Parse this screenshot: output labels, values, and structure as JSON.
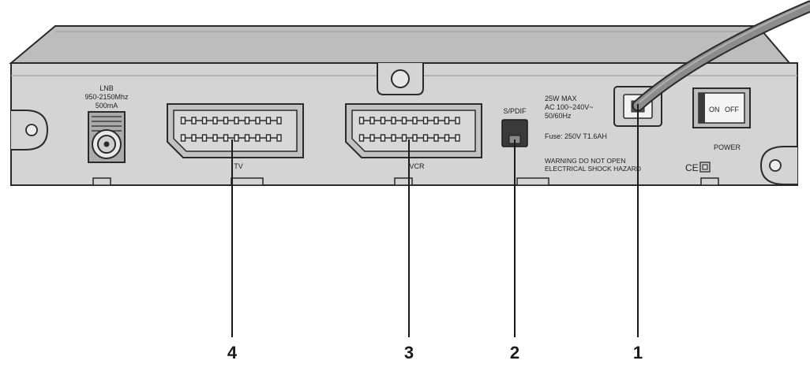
{
  "labels": {
    "lnb": [
      "LNB",
      "950-2150Mhz",
      "500mA"
    ],
    "tv": "TV",
    "vcr": "VCR",
    "spdif": "S/PDIF",
    "power_specs": [
      "25W MAX",
      "AC 100~240V~",
      "50/60Hz"
    ],
    "fuse": "Fuse: 250V T1.6AH",
    "warning": [
      "WARNING DO NOT OPEN",
      "ELECTRICAL SHOCK HAZARD"
    ],
    "switch_on": "ON",
    "switch_off": "OFF",
    "power": "POWER",
    "ce_mark": "CE"
  },
  "callouts": [
    "4",
    "3",
    "2",
    "1"
  ],
  "colors": {
    "panel": "#d4d4d4",
    "top": "#bdbdbd",
    "outline": "#2a2a2a",
    "cable": "#8c8c8c",
    "spdif_port": "#3a3a3a"
  }
}
